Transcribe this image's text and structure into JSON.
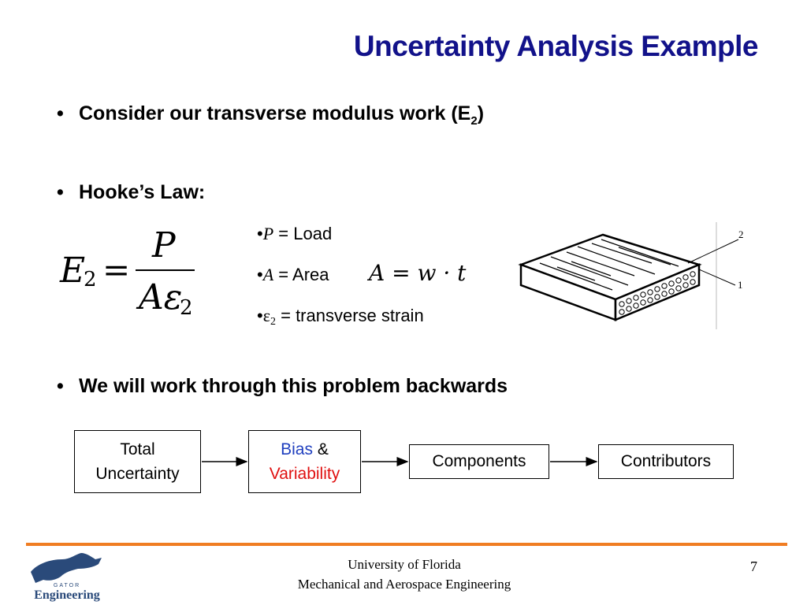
{
  "slide": {
    "title": "Uncertainty Analysis Example",
    "bullets": {
      "b1_text": "Consider our transverse modulus work (E",
      "b1_sub": "2",
      "b1_tail": ")",
      "b2_text": "Hooke’s Law:",
      "b3_text": "We will work through this problem backwards"
    },
    "bullet_marker": "•",
    "equation": {
      "lhs": "E",
      "lhs_sub": "2",
      "equals": "=",
      "numerator": "P",
      "denominator": "Aε",
      "denominator_sub": "2"
    },
    "definitions": [
      {
        "marker": "•",
        "symbol": "P",
        "symbol_sub": "",
        "equals": "=",
        "meaning": "Load"
      },
      {
        "marker": "•",
        "symbol": "A",
        "symbol_sub": "",
        "equals": "=",
        "meaning": "Area"
      },
      {
        "marker": "•",
        "symbol": "ε",
        "symbol_sub": "2",
        "equals": "=",
        "meaning": "transverse strain"
      }
    ],
    "area_formula": "A = w · t",
    "figure_labels": {
      "axis_top": "2",
      "axis_bottom": "1"
    },
    "flow": {
      "box1_line1": "Total",
      "box1_line2": "Uncertainty",
      "box2_bias": "Bias",
      "box2_amp": "&",
      "box2_var": "Variability",
      "box3": "Components",
      "box4": "Contributors"
    },
    "colors": {
      "title": "#12128a",
      "bias": "#1f3fbf",
      "variability": "#e01010",
      "footer_line": "#f07d22"
    }
  },
  "footer": {
    "line1": "University of Florida",
    "line2": "Mechanical and Aerospace Engineering",
    "page_number": "7",
    "logo_text": "Engineering",
    "logo_subtext": "GATOR"
  }
}
